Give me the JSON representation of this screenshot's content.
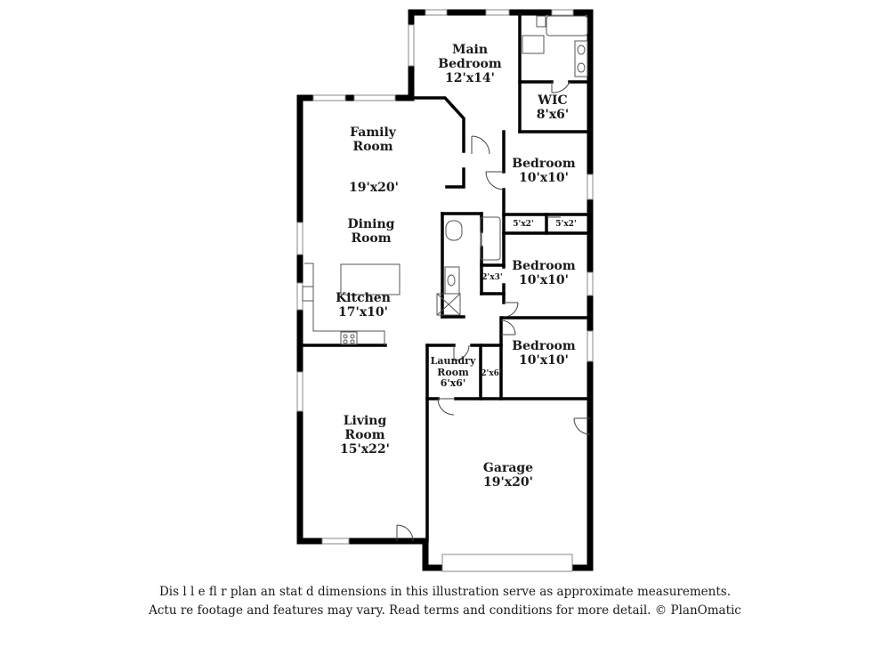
{
  "rooms": {
    "main_bedroom": {
      "name_line1": "Main",
      "name_line2": "Bedroom",
      "size": "12'x14'"
    },
    "wic": {
      "name": "WIC",
      "size": "8'x6'"
    },
    "family_room": {
      "name_line1": "Family",
      "name_line2": "Room",
      "size": "19'x20'"
    },
    "dining_room": {
      "name_line1": "Dining",
      "name_line2": "Room"
    },
    "kitchen": {
      "name": "Kitchen",
      "size": "17'x10'"
    },
    "bedroom_1": {
      "name": "Bedroom",
      "size": "10'x10'"
    },
    "bedroom_2": {
      "name": "Bedroom",
      "size": "10'x10'"
    },
    "bedroom_3": {
      "name": "Bedroom",
      "size": "10'x10'"
    },
    "closet_a": {
      "size": "5'x2'"
    },
    "closet_b": {
      "size": "5'x2'"
    },
    "linen_closet": {
      "size": "2'x3'"
    },
    "hall_closet": {
      "size": "2'x6'"
    },
    "laundry_room": {
      "name_line1": "Laundry",
      "name_line2": "Room",
      "size": "6'x6'"
    },
    "living_room": {
      "name_line1": "Living",
      "name_line2": "Room",
      "size": "15'x22'"
    },
    "garage": {
      "name": "Garage",
      "size": "19'x20'"
    }
  },
  "disclaimer": {
    "line1": "Dis    l   l e fl  r plan an  stat d dimensions in this illustration serve as approximate measurements.",
    "line2": "Actu    re footage and features may vary. Read terms and conditions for more detail. © PlanOmatic"
  },
  "colors": {
    "wall": "#000000",
    "fixture": "#555555",
    "window": "#9a9a9a",
    "text": "#1a1a1a"
  }
}
